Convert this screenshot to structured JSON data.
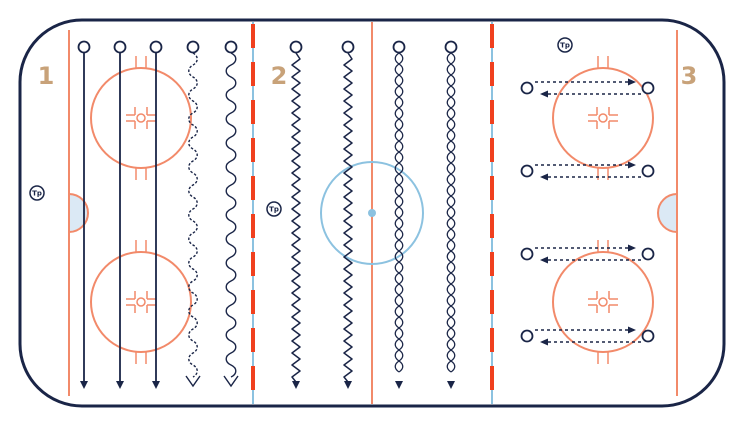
{
  "rink": {
    "colors": {
      "board": "#1a2547",
      "red": "#f28a6a",
      "red_dash": "#f0401e",
      "blue": "#8cc2e0",
      "crease_fill": "#dbe9f5",
      "station_label": "#c8a279",
      "path": "#1a2547"
    },
    "stations": [
      {
        "label": "1"
      },
      {
        "label": "2"
      },
      {
        "label": "3"
      }
    ],
    "tp_markers": [
      {
        "label": "Tp"
      },
      {
        "label": "Tp"
      },
      {
        "label": "Tp"
      }
    ]
  }
}
